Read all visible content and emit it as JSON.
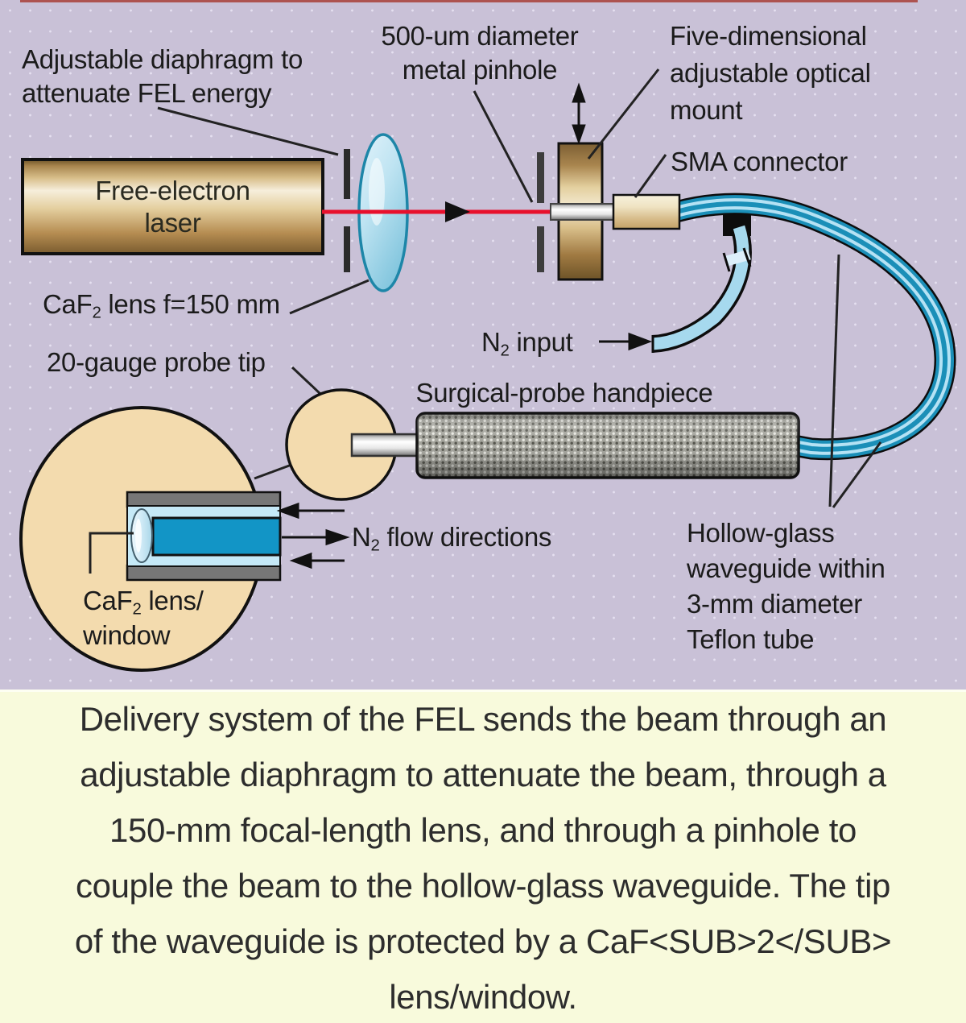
{
  "diagram": {
    "labels": {
      "adjustable_diaphragm": {
        "line1": "Adjustable diaphragm to",
        "line2": "attenuate FEL energy"
      },
      "pinhole": {
        "line1": "500-um diameter",
        "line2": "metal pinhole"
      },
      "optical_mount": {
        "line1": "Five-dimensional",
        "line2": "adjustable optical",
        "line3": "mount"
      },
      "sma": {
        "text": "SMA connector"
      },
      "n2_input": {
        "pre": "N",
        "sub": "2",
        "post": " input"
      },
      "probe_tip": {
        "text": "20-gauge probe tip"
      },
      "handpiece": {
        "text": "Surgical-probe handpiece"
      },
      "n2_flow": {
        "pre": "N",
        "sub": "2",
        "post": " flow directions"
      },
      "hollow_glass": {
        "line1": "Hollow-glass",
        "line2": "waveguide within",
        "line3": "3-mm diameter",
        "line4": "Teflon tube"
      },
      "caf2_window": {
        "pre": "CaF",
        "sub": "2",
        "post": " lens/",
        "line2": "window"
      },
      "caf2_lens": {
        "pre": "CaF",
        "sub": "2",
        "post": " lens f=150 mm"
      },
      "laser": {
        "line1": "Free-electron",
        "line2": "laser"
      }
    },
    "colors": {
      "background": "#c9c1d7",
      "beam_red": "#e8102c",
      "waveguide_teal": "#1b8fb8",
      "waveguide_light_blue": "#b5e2f4",
      "n2_tube_blue": "#a6d9ee",
      "brass_tan": "#d9bf8c",
      "inset_circle_tan": "#f3dbae",
      "handpiece_gray": "#a8a8a0",
      "inset_core_teal": "#1295c6",
      "lens_blue": "#a9d9ec"
    }
  },
  "caption": {
    "background": "#f8fadc",
    "lines": [
      "Delivery system of the FEL sends the beam through an",
      "adjustable diaphragm to attenuate the beam, through a",
      "150-mm focal-length lens, and through a pinhole to",
      "couple the beam to the hollow-glass waveguide. The tip",
      "of the waveguide is protected by a CaF<SUB>2</SUB>",
      "lens/window."
    ]
  }
}
